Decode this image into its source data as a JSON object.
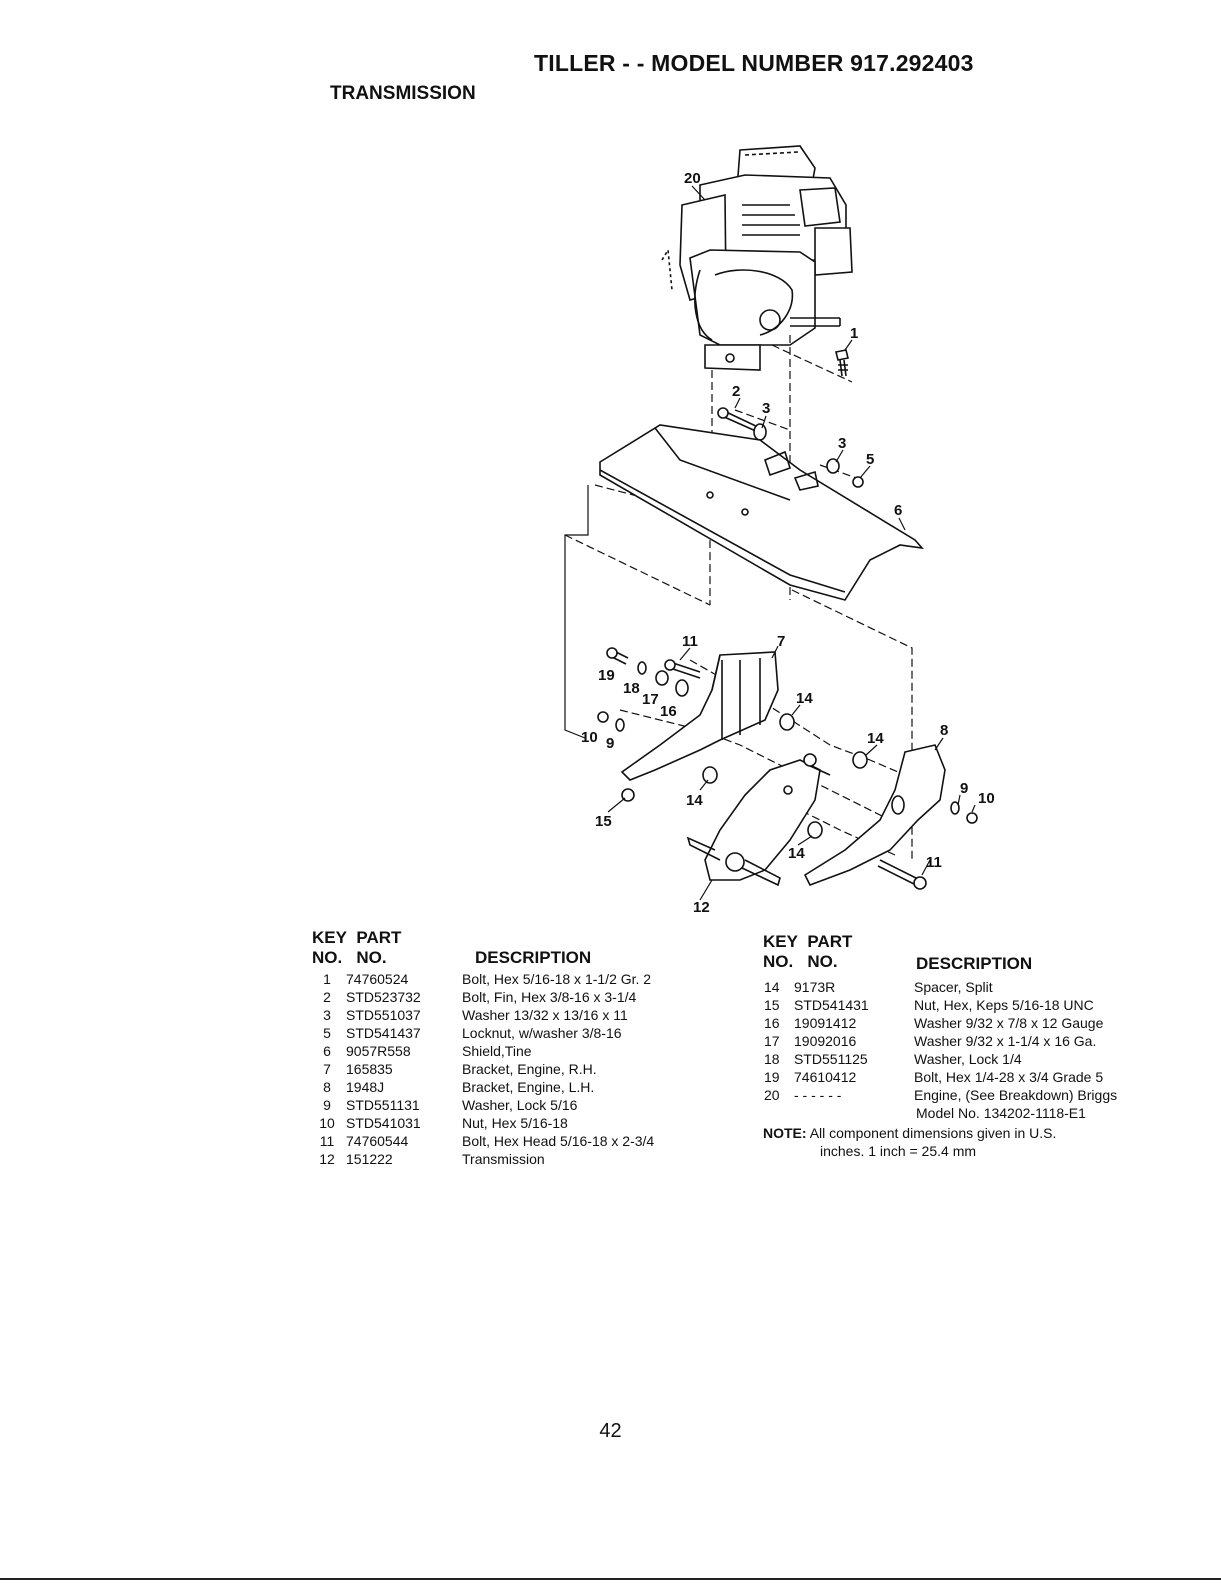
{
  "header": {
    "title": "TILLER - - MODEL NUMBER 917.292403",
    "section": "TRANSMISSION"
  },
  "callouts": [
    "20",
    "1",
    "2",
    "3",
    "3",
    "5",
    "6",
    "11",
    "7",
    "19",
    "18",
    "17",
    "16",
    "14",
    "10",
    "9",
    "14",
    "8",
    "9",
    "10",
    "15",
    "14",
    "14",
    "11",
    "12"
  ],
  "table_left": {
    "header": {
      "key": "KEY",
      "part": "PART",
      "no1": "NO.",
      "no2": "NO.",
      "description": "DESCRIPTION"
    },
    "rows": [
      {
        "key": "1",
        "part": "74760524",
        "desc": "Bolt, Hex 5/16-18 x 1-1/2 Gr. 2"
      },
      {
        "key": "2",
        "part": "STD523732",
        "desc": "Bolt, Fin, Hex 3/8-16 x 3-1/4"
      },
      {
        "key": "3",
        "part": "STD551037",
        "desc": "Washer 13/32 x 13/16 x 11"
      },
      {
        "key": "5",
        "part": "STD541437",
        "desc": "Locknut, w/washer 3/8-16"
      },
      {
        "key": "6",
        "part": "9057R558",
        "desc": "Shield,Tine"
      },
      {
        "key": "7",
        "part": "165835",
        "desc": "Bracket, Engine, R.H."
      },
      {
        "key": "8",
        "part": "1948J",
        "desc": "Bracket, Engine, L.H."
      },
      {
        "key": "9",
        "part": "STD551131",
        "desc": "Washer, Lock 5/16"
      },
      {
        "key": "10",
        "part": "STD541031",
        "desc": "Nut, Hex 5/16-18"
      },
      {
        "key": "11",
        "part": "74760544",
        "desc": "Bolt, Hex Head 5/16-18 x 2-3/4"
      },
      {
        "key": "12",
        "part": "151222",
        "desc": "Transmission"
      }
    ]
  },
  "table_right": {
    "header": {
      "key": "KEY",
      "part": "PART",
      "no1": "NO.",
      "no2": "NO.",
      "description": "DESCRIPTION"
    },
    "rows": [
      {
        "key": "14",
        "part": "9173R",
        "desc": "Spacer, Split"
      },
      {
        "key": "15",
        "part": "STD541431",
        "desc": "Nut, Hex, Keps 5/16-18 UNC"
      },
      {
        "key": "16",
        "part": "19091412",
        "desc": "Washer 9/32 x 7/8 x 12 Gauge"
      },
      {
        "key": "17",
        "part": "19092016",
        "desc": "Washer 9/32 x 1-1/4 x 16 Ga."
      },
      {
        "key": "18",
        "part": "STD551125",
        "desc": "Washer, Lock 1/4"
      },
      {
        "key": "19",
        "part": "74610412",
        "desc": "Bolt, Hex 1/4-28 x 3/4 Grade 5"
      },
      {
        "key": "20",
        "part": "- - - - - -",
        "desc": "Engine, (See Breakdown) Briggs"
      }
    ],
    "continuation": "Model No. 134202-1118-E1"
  },
  "note": {
    "label": "NOTE:",
    "line1": "All component dimensions given in U.S.",
    "line2": "inches. 1 inch = 25.4 mm"
  },
  "page_number": "42"
}
